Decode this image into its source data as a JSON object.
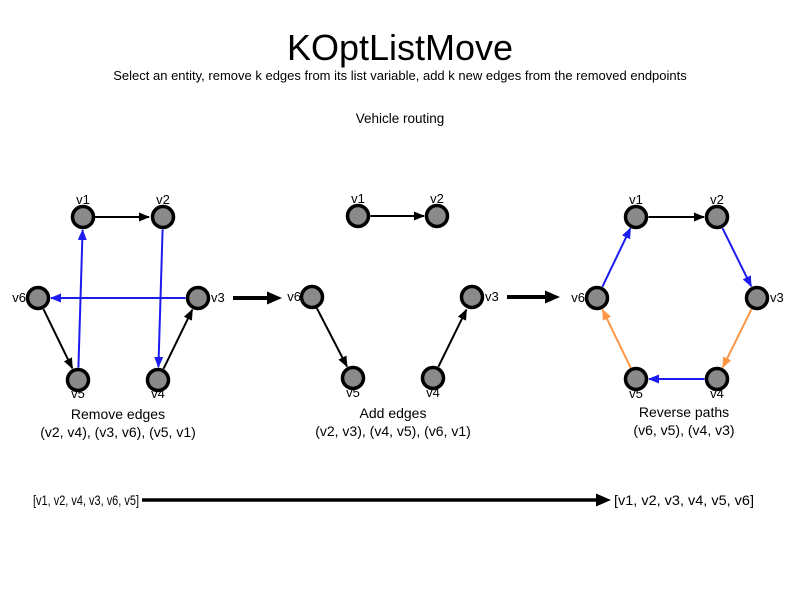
{
  "title": "KOptListMove",
  "subtitle": "Select an entity, remove k edges from its list variable, add k new edges from the removed endpoints",
  "context_label": "Vehicle routing",
  "node_labels": {
    "v1": "v1",
    "v2": "v2",
    "v3": "v3",
    "v4": "v4",
    "v5": "v5",
    "v6": "v6"
  },
  "diagrams": [
    {
      "name": "remove-edges",
      "caption_title": "Remove edges",
      "caption_detail": "(v2, v4), (v3, v6), (v5, v1)",
      "black_edges": [
        "v1->v2",
        "v6->v5",
        "v4->v3"
      ],
      "highlighted_blue_edges": [
        "v2->v4",
        "v3->v6",
        "v5->v1"
      ]
    },
    {
      "name": "add-edges",
      "caption_title": "Add edges",
      "caption_detail": "(v2, v3), (v4, v5), (v6, v1)",
      "black_edges": [
        "v1->v2",
        "v6->v5",
        "v4->v3"
      ]
    },
    {
      "name": "reverse-paths",
      "caption_title": "Reverse paths",
      "caption_detail": "(v6, v5), (v4, v3)",
      "black_edges": [
        "v1->v2"
      ],
      "highlighted_blue_edges": [
        "v6->v1",
        "v2->v3",
        "v4->v5"
      ],
      "highlighted_orange_edges": [
        "v3->v4",
        "v5->v6"
      ]
    }
  ],
  "sequence": {
    "before": "[v1, v2, v4, v3, v6, v5]",
    "after": "[v1, v2, v3, v4, v5, v6]"
  },
  "colors": {
    "node_fill": "#8a8a8a",
    "edge_black": "#000000",
    "edge_blue": "#1c1cf0",
    "edge_orange": "#ff9646"
  }
}
